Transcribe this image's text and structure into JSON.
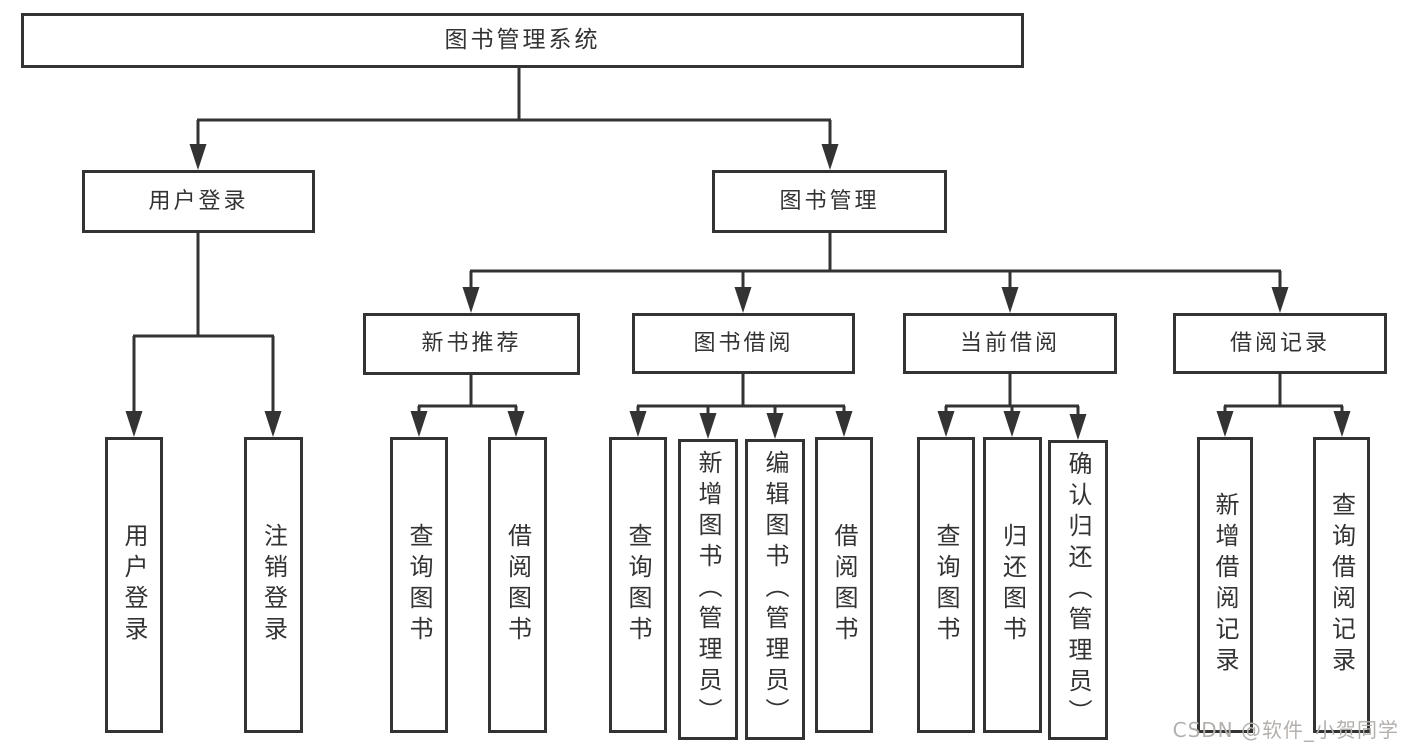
{
  "tree": {
    "root": {
      "label": "图书管理系统",
      "children": [
        {
          "label": "用户登录",
          "children": [
            {
              "label": "用户登录"
            },
            {
              "label": "注销登录"
            }
          ]
        },
        {
          "label": "图书管理",
          "children": [
            {
              "label": "新书推荐",
              "children": [
                {
                  "label": "查询图书"
                },
                {
                  "label": "借阅图书"
                }
              ]
            },
            {
              "label": "图书借阅",
              "children": [
                {
                  "label": "查询图书"
                },
                {
                  "label": "新增图书（管理员）"
                },
                {
                  "label": "编辑图书（管理员）"
                },
                {
                  "label": "借阅图书"
                }
              ]
            },
            {
              "label": "当前借阅",
              "children": [
                {
                  "label": "查询图书"
                },
                {
                  "label": "归还图书"
                },
                {
                  "label": "确认归还（管理员）"
                }
              ]
            },
            {
              "label": "借阅记录",
              "children": [
                {
                  "label": "新增借阅记录"
                },
                {
                  "label": "查询借阅记录"
                }
              ]
            }
          ]
        }
      ]
    }
  },
  "watermark": {
    "text": "CSDN @软件_小贺同学"
  },
  "colors": {
    "line": "#333333",
    "box_border": "#333333",
    "text": "#333333",
    "background": "#ffffff",
    "watermark": "#b3b0ad"
  }
}
